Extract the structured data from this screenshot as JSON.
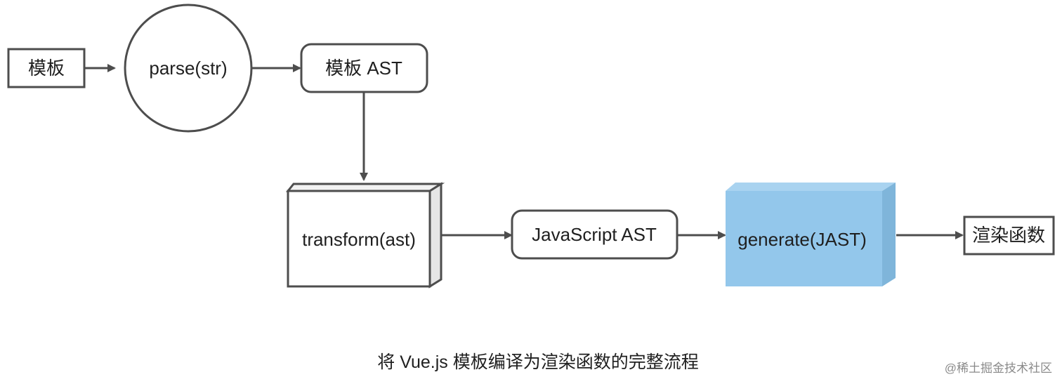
{
  "nodes": {
    "template": "模板",
    "parse": "parse(str)",
    "template_ast": "模板 AST",
    "transform": "transform(ast)",
    "javascript_ast": "JavaScript AST",
    "generate": "generate(JAST)",
    "render_function": "渲染函数"
  },
  "caption": "将 Vue.js 模板编译为渲染函数的完整流程",
  "watermark": "@稀土掘金技术社区",
  "colors": {
    "stroke": "#4d4d4d",
    "generate_fill": "#93c7eb",
    "generate_side": "#7fb5da",
    "generate_top": "#a9d3f0",
    "transform_side": "#e6e6e6"
  }
}
